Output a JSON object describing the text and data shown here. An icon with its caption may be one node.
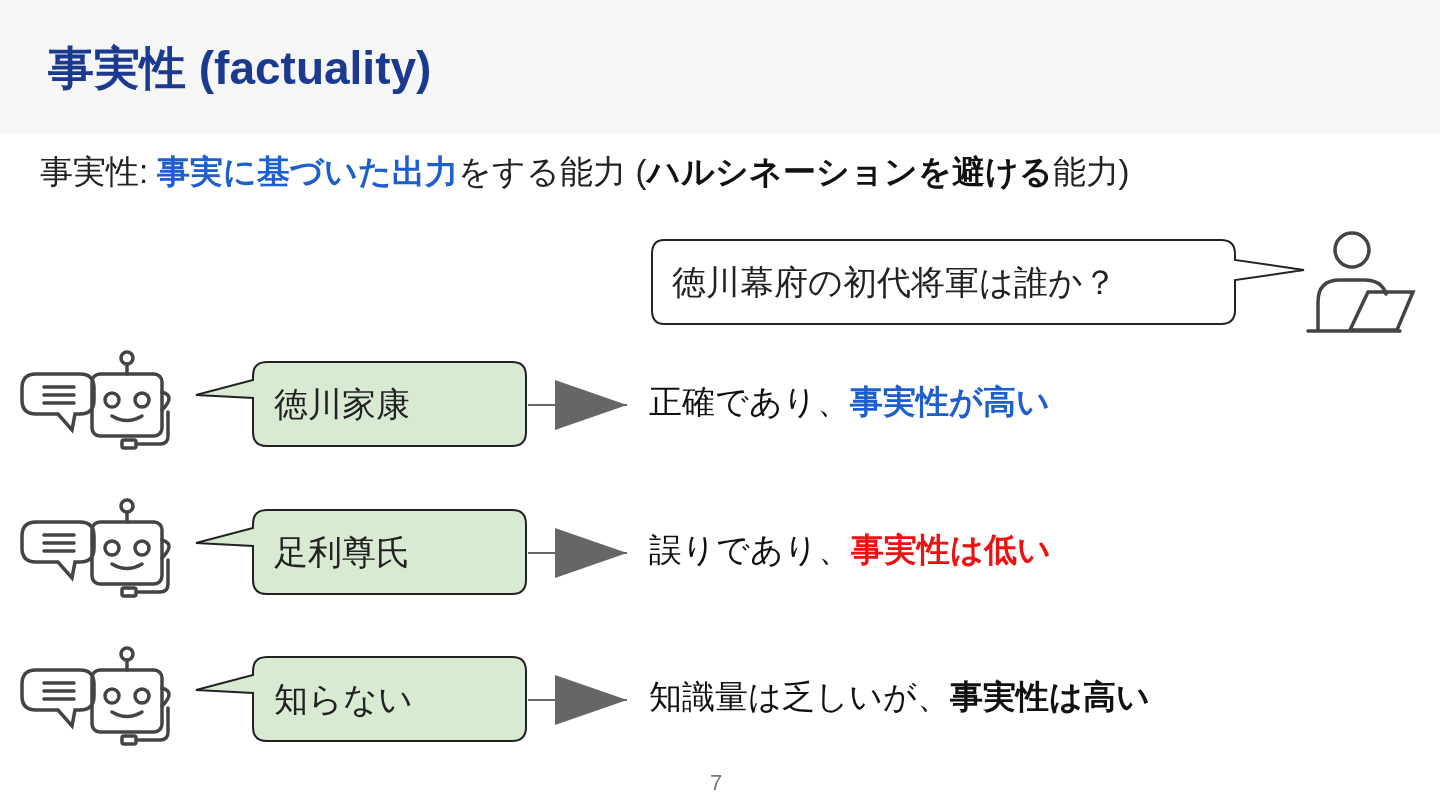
{
  "diagram": {
    "title": "事実性 (factuality)",
    "nodes": [
      {
        "text": [
          "徳川幕府の初代将軍は誰か？"
        ]
      },
      {
        "text": [
          "徳川家康"
        ]
      },
      {
        "text": [
          "正確であり、**事実性が高い**"
        ]
      },
      {
        "text": [
          "足利尊氏"
        ]
      },
      {
        "text": [
          "誤りであり、**事実性は低い**"
        ]
      },
      {
        "text": [
          "知らない"
        ]
      },
      {
        "text": [
          "知識量は乏しいが、**事実性は高い**"
        ]
      }
    ],
    "edges": [
      {
        "from": 1,
        "to": 2,
        "arrow": "to"
      },
      {
        "from": 3,
        "to": 4,
        "arrow": "to"
      },
      {
        "from": 5,
        "to": 6,
        "arrow": "to"
      }
    ],
    "labels": [
      "事実性: **事実に基づいた出力**をする能力 (**ハルシネーションを避ける**能力)",
      "7"
    ]
  }
}
